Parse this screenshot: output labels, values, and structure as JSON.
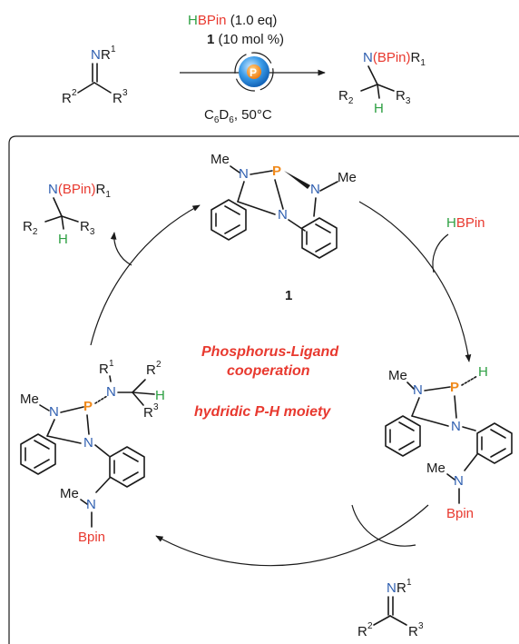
{
  "reaction": {
    "reagent_h": "H",
    "reagent_rest": "BPin",
    "reagent_eq": " (1.0 eq)",
    "catalyst_num": "1",
    "catalyst_load": " (10 mol %)",
    "catalyst_symbol": "P",
    "solvent_c": "C",
    "solvent_c_sub": "6",
    "solvent_d": "D",
    "solvent_d_sub": "6",
    "temperature": ", 50°C"
  },
  "atoms": {
    "N": "N",
    "P": "P",
    "H": "H",
    "Me": "Me",
    "R": "R",
    "sup1": "1",
    "sup2": "2",
    "sup3": "3",
    "sub1": "1",
    "sub2": "2",
    "sub3": "3",
    "bpin_paren": "(BPin)",
    "bpin_lower": "Bpin",
    "hbpin_h": "H",
    "hbpin_rest": "BPin"
  },
  "cycle": {
    "catalyst_label": "1",
    "note_line1": "Phosphorus-Ligand",
    "note_line2": "cooperation",
    "note_line3": "hydridic P-H moiety"
  },
  "colors": {
    "nitrogen": "#2f5fb0",
    "phosphorus": "#f08a1c",
    "hydrogen": "#2ea043",
    "boron": "#e8392f",
    "note": "#e8392f"
  }
}
